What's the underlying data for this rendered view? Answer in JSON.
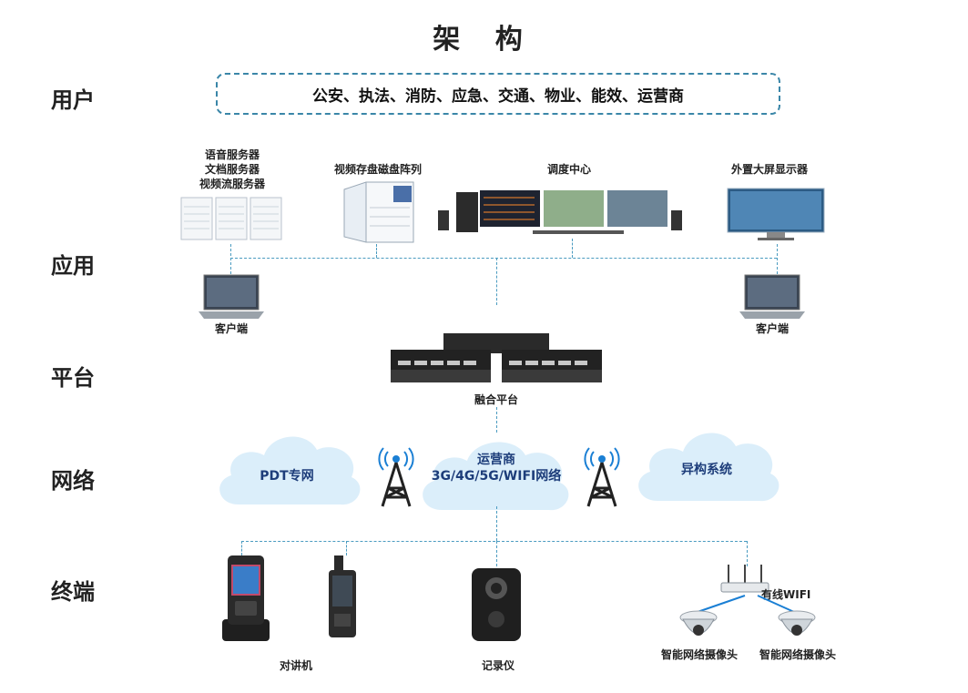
{
  "title": "架 构",
  "layers": {
    "user": "用户",
    "app": "应用",
    "platform": "平台",
    "network": "网络",
    "terminal": "终端"
  },
  "users_text": "公安、执法、消防、应急、交通、物业、能效、运营商",
  "app": {
    "servers": [
      "语音服务器",
      "文档服务器",
      "视频流服务器"
    ],
    "storage": "视频存盘磁盘阵列",
    "dispatch": "调度中心",
    "display": "外置大屏显示器",
    "client_left": "客户端",
    "client_right": "客户端"
  },
  "platform_label": "融合平台",
  "network": {
    "pdt": "PDT专网",
    "carrier_line1": "运营商",
    "carrier_line2": "3G/4G/5G/WIFI网络",
    "hetero": "异构系统"
  },
  "terminal": {
    "radio": "对讲机",
    "recorder": "记录仪",
    "wifi": "有线WIFI",
    "camera1": "智能网络摄像头",
    "camera2": "智能网络摄像头"
  },
  "colors": {
    "dashed_line": "#4a9bc0",
    "cloud": "#dbeefa",
    "cloud_text": "#1d3d7a"
  }
}
